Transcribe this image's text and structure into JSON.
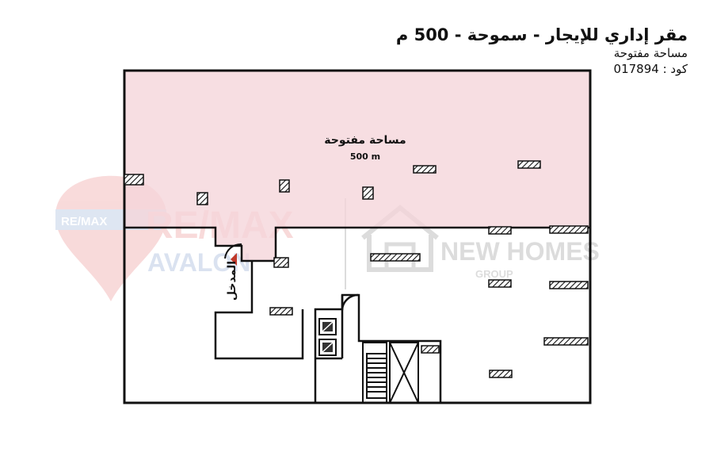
{
  "header": {
    "title": "مقر إداري للإيجار - سموحة - 500 م",
    "subtitle": "مساحة مفتوحة",
    "code_label": "كود :",
    "code_value": "017894"
  },
  "plan": {
    "open_area_label": "مساحة مفتوحة",
    "open_area_size": "500 m",
    "entrance_label": "المدخل",
    "colors": {
      "open_area_fill": "#f5d5da",
      "wall": "#111111",
      "entrance_arrow": "#c0392b"
    }
  },
  "watermarks": {
    "remax_small": "RE/MAX",
    "remax_large": "RE/MAX",
    "remax_sub": "AVALON",
    "newhomes": "NEW HOMES",
    "newhomes_sub": "GROUP"
  }
}
